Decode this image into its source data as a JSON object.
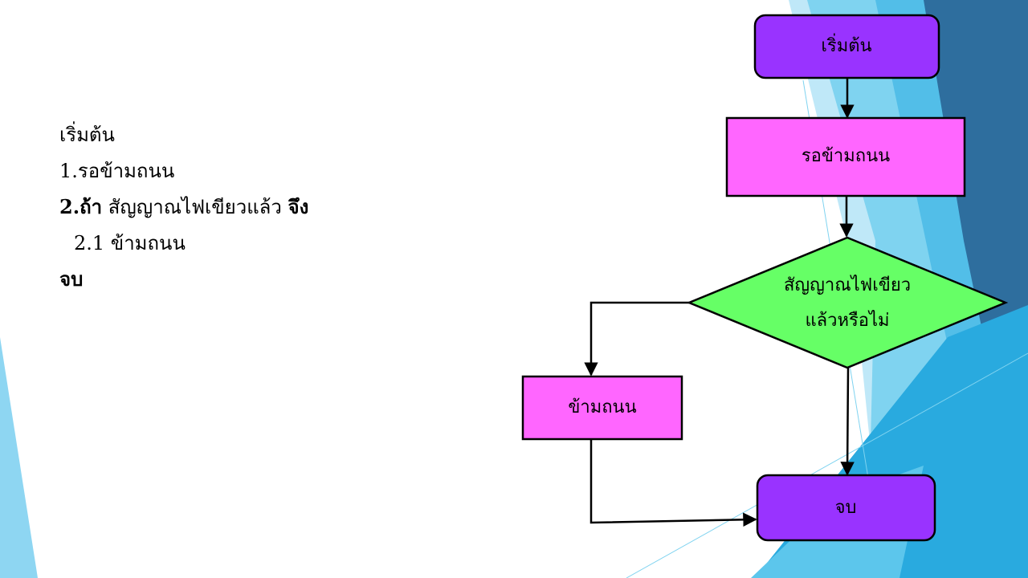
{
  "slide": {
    "steps": [
      {
        "text": "เริ่มต้น"
      },
      {
        "text": "1.รอข้ามถนน"
      },
      {
        "prefix": "2.",
        "bold_keyword": "ถ้า",
        "condition": " สัญญาณไฟเขียวแล้ว ",
        "bold_then": "จึง"
      },
      {
        "text": "2.1 ข้ามถนน"
      },
      {
        "bold_end": "จบ"
      }
    ]
  },
  "flowchart": {
    "start": {
      "label": "เริ่มต้น",
      "color": "#9933FF"
    },
    "wait": {
      "label": "รอข้ามถนน",
      "color": "#FF66FF"
    },
    "decision": {
      "label_line1": "สัญญาณไฟเขียว",
      "label_line2": "แล้วหรือไม่",
      "color": "#66FF66"
    },
    "cross": {
      "label": "ข้ามถนน",
      "color": "#FF66FF"
    },
    "end": {
      "label": "จบ",
      "color": "#9933FF"
    }
  },
  "theme": {
    "accent_light": "#7FD3F0",
    "accent_mid": "#29AADF",
    "accent_dark": "#2E6E9E"
  }
}
